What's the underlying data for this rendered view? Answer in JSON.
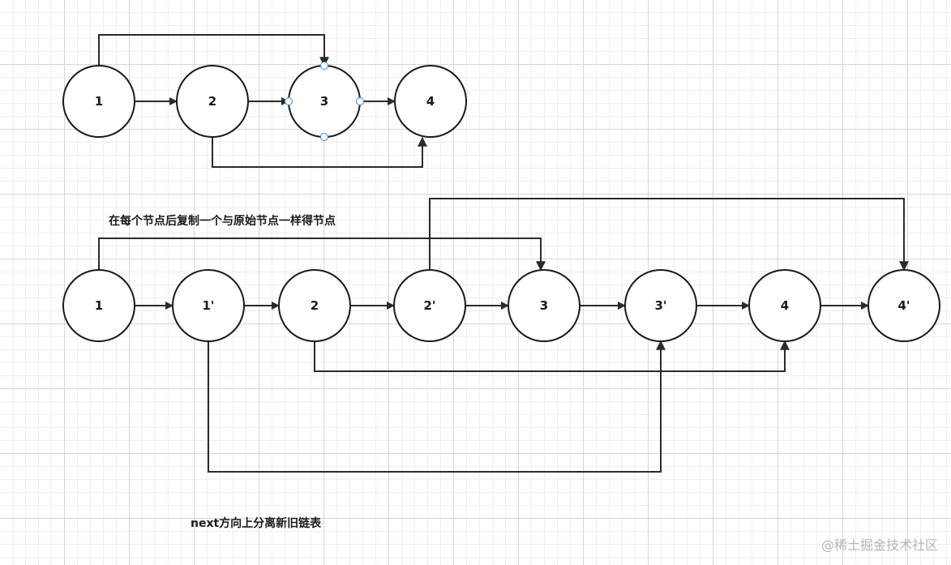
{
  "diagram": {
    "top_nodes": [
      {
        "id": "t1",
        "label": "1"
      },
      {
        "id": "t2",
        "label": "2"
      },
      {
        "id": "t3",
        "label": "3"
      },
      {
        "id": "t4",
        "label": "4"
      }
    ],
    "bottom_nodes": [
      {
        "id": "b1",
        "label": "1"
      },
      {
        "id": "b1p",
        "label": "1'"
      },
      {
        "id": "b2",
        "label": "2"
      },
      {
        "id": "b2p",
        "label": "2'"
      },
      {
        "id": "b3",
        "label": "3"
      },
      {
        "id": "b3p",
        "label": "3'"
      },
      {
        "id": "b4",
        "label": "4"
      },
      {
        "id": "b4p",
        "label": "4'"
      }
    ],
    "top_edges": [
      {
        "from": "t1",
        "to": "t2",
        "kind": "next"
      },
      {
        "from": "t2",
        "to": "t3",
        "kind": "next"
      },
      {
        "from": "t3",
        "to": "t4",
        "kind": "next"
      },
      {
        "from": "t1",
        "to": "t3",
        "kind": "random"
      },
      {
        "from": "t2",
        "to": "t4",
        "kind": "random"
      }
    ],
    "bottom_edges": [
      {
        "from": "b1",
        "to": "b1p",
        "kind": "next"
      },
      {
        "from": "b1p",
        "to": "b2",
        "kind": "next"
      },
      {
        "from": "b2",
        "to": "b2p",
        "kind": "next"
      },
      {
        "from": "b2p",
        "to": "b3",
        "kind": "next"
      },
      {
        "from": "b3",
        "to": "b3p",
        "kind": "next"
      },
      {
        "from": "b3p",
        "to": "b4",
        "kind": "next"
      },
      {
        "from": "b4",
        "to": "b4p",
        "kind": "next"
      },
      {
        "from": "b1",
        "to": "b3",
        "kind": "random"
      },
      {
        "from": "b2p",
        "to": "b4p",
        "kind": "random"
      },
      {
        "from": "b2",
        "to": "b4",
        "kind": "random"
      },
      {
        "from": "b1p",
        "to": "b3p",
        "kind": "random"
      }
    ]
  },
  "captions": {
    "copy_step": "在每个节点后复制一个与原始节点一样得节点",
    "split_step": "next方向上分离新旧链表"
  },
  "watermark": "@稀土掘金技术社区",
  "colors": {
    "stroke": "#1a1a1a",
    "handle": "#3b8fd0",
    "grid": "#d6d6d6"
  }
}
